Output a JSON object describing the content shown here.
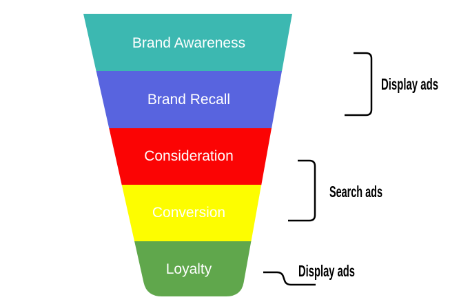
{
  "funnel": {
    "stages": [
      {
        "label": "Brand Awareness",
        "color": "#3cb8b1"
      },
      {
        "label": "Brand Recall",
        "color": "#5864df"
      },
      {
        "label": "Consideration",
        "color": "#fb0404"
      },
      {
        "label": "Conversion",
        "color": "#fdfd00"
      },
      {
        "label": "Loyalty",
        "color": "#60a74c"
      }
    ],
    "label_color": "#ffffff"
  },
  "annotations": [
    {
      "label": "Display ads",
      "spans": [
        "Brand Awareness",
        "Brand Recall"
      ]
    },
    {
      "label": "Search ads",
      "spans": [
        "Consideration",
        "Conversion"
      ]
    },
    {
      "label": "Display ads",
      "spans": [
        "Loyalty"
      ]
    }
  ],
  "annotation_color": "#000000",
  "background_color": "#ffffff"
}
